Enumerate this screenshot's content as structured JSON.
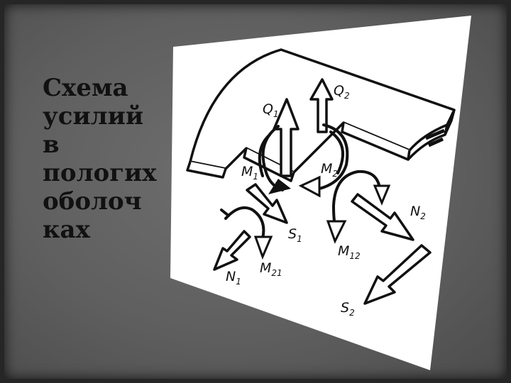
{
  "slide": {
    "title": "Схема\nусилий\nв\nпологих\nоболоч\nках"
  },
  "diagram": {
    "labels": {
      "q1": "Q",
      "q1_sub": "1",
      "q2": "Q",
      "q2_sub": "2",
      "m1": "M",
      "m1_sub": "1",
      "m2": "M",
      "m2_sub": "2",
      "n1": "N",
      "n1_sub": "1",
      "n2": "N",
      "n2_sub": "2",
      "s1": "S",
      "s1_sub": "1",
      "s2": "S",
      "s2_sub": "2",
      "m12": "M",
      "m12_sub": "12",
      "m21": "M",
      "m21_sub": "21"
    }
  }
}
